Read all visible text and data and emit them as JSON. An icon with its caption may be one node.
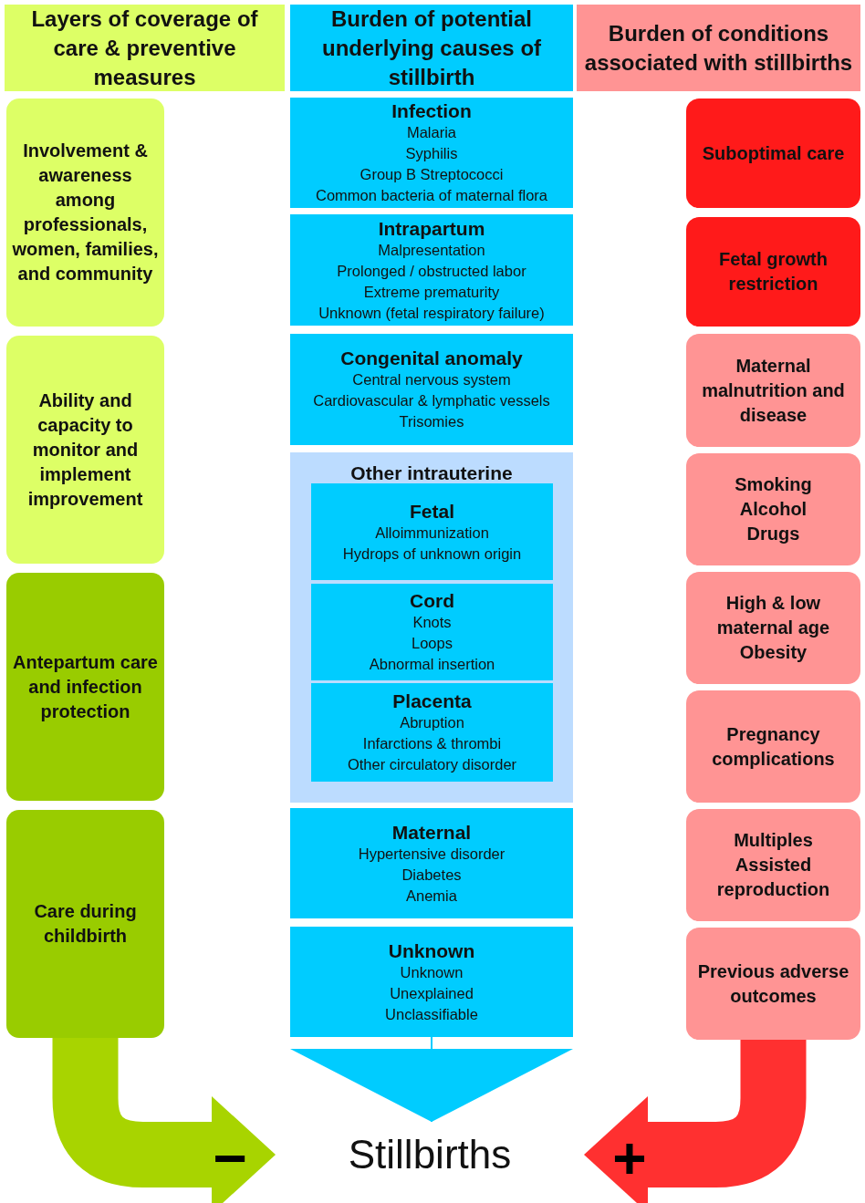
{
  "diagram": {
    "nodes": [
      {
        "text": [
          "Layers of coverage of care & preventive measures"
        ]
      },
      {
        "text": [
          "Burden of potential underlying causes of stillbirth"
        ]
      },
      {
        "text": [
          "Burden of conditions associated with stillbirths"
        ]
      },
      {
        "text": [
          "Involvement & awareness among professionals, women, families, and community"
        ]
      },
      {
        "text": [
          "Ability and capacity to monitor and implement improvement"
        ]
      },
      {
        "text": [
          "Antepartum care and infection protection"
        ]
      },
      {
        "text": [
          "Care during childbirth"
        ]
      },
      {
        "text": [
          "Infection",
          "Malaria",
          "Syphilis",
          "Group B Streptococci",
          "Common bacteria of maternal flora"
        ]
      },
      {
        "text": [
          "Intrapartum",
          "Malpresentation",
          "Prolonged / obstructed labor",
          "Extreme prematurity",
          "Unknown (fetal respiratory failure)"
        ]
      },
      {
        "text": [
          "Congenital anomaly",
          "Central nervous system",
          "Cardiovascular & lymphatic vessels",
          "Trisomies"
        ]
      },
      {
        "text": [
          "Other intrauterine"
        ]
      },
      {
        "text": [
          "Fetal",
          "Alloimmunization",
          "Hydrops of unknown origin"
        ],
        "in": 10
      },
      {
        "text": [
          "Cord",
          "Knots",
          "Loops",
          "Abnormal insertion"
        ],
        "in": 10
      },
      {
        "text": [
          "Placenta",
          "Abruption",
          "Infarctions & thrombi",
          "Other circulatory disorder"
        ],
        "in": 10
      },
      {
        "text": [
          "Maternal",
          "Hypertensive disorder",
          "Diabetes",
          "Anemia"
        ]
      },
      {
        "text": [
          "Unknown",
          "Unknown",
          "Unexplained",
          "Unclassifiable"
        ]
      },
      {
        "text": [
          "Suboptimal care"
        ]
      },
      {
        "text": [
          "Fetal growth restriction"
        ]
      },
      {
        "text": [
          "Maternal malnutrition and disease"
        ]
      },
      {
        "text": [
          "Smoking",
          "Alcohol",
          "Drugs"
        ]
      },
      {
        "text": [
          "High & low maternal age",
          "Obesity"
        ]
      },
      {
        "text": [
          "Pregnancy complications"
        ]
      },
      {
        "text": [
          "Multiples",
          "Assisted reproduction"
        ]
      },
      {
        "text": [
          "Previous adverse outcomes"
        ]
      },
      {
        "text": [
          "Stillbirths"
        ]
      }
    ],
    "edges": [
      {
        "from": 6,
        "to": 24,
        "arrow": "to",
        "label": "−",
        "color": "#a8d400"
      },
      {
        "from": 15,
        "to": 24,
        "arrow": "to",
        "color": "#00ccff"
      },
      {
        "from": 23,
        "to": 24,
        "arrow": "to",
        "label": "+",
        "color": "#ff3030"
      }
    ]
  }
}
